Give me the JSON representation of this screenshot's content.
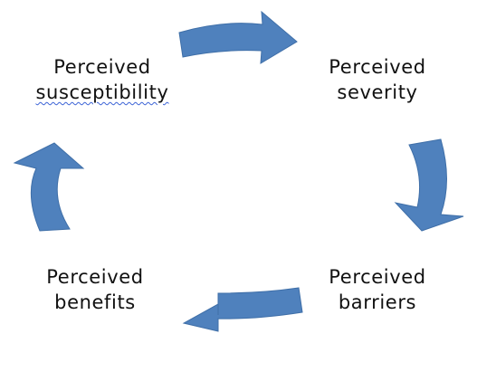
{
  "nodes": [
    {
      "id": "susceptibility",
      "line1": "Perceived",
      "line2": "susceptibility"
    },
    {
      "id": "severity",
      "line1": "Perceived",
      "line2": "severity"
    },
    {
      "id": "barriers",
      "line1": "Perceived",
      "line2": "barriers"
    },
    {
      "id": "benefits",
      "line1": "Perceived",
      "line2": "benefits"
    }
  ],
  "colors": {
    "arrow_fill": "#4f81bd",
    "arrow_stroke": "#3f6fa8",
    "text": "#111111",
    "spellcheck_underline": "#3b63d6"
  },
  "arrows": [
    {
      "from": "susceptibility",
      "to": "severity"
    },
    {
      "from": "severity",
      "to": "barriers"
    },
    {
      "from": "barriers",
      "to": "benefits"
    },
    {
      "from": "benefits",
      "to": "susceptibility"
    }
  ]
}
